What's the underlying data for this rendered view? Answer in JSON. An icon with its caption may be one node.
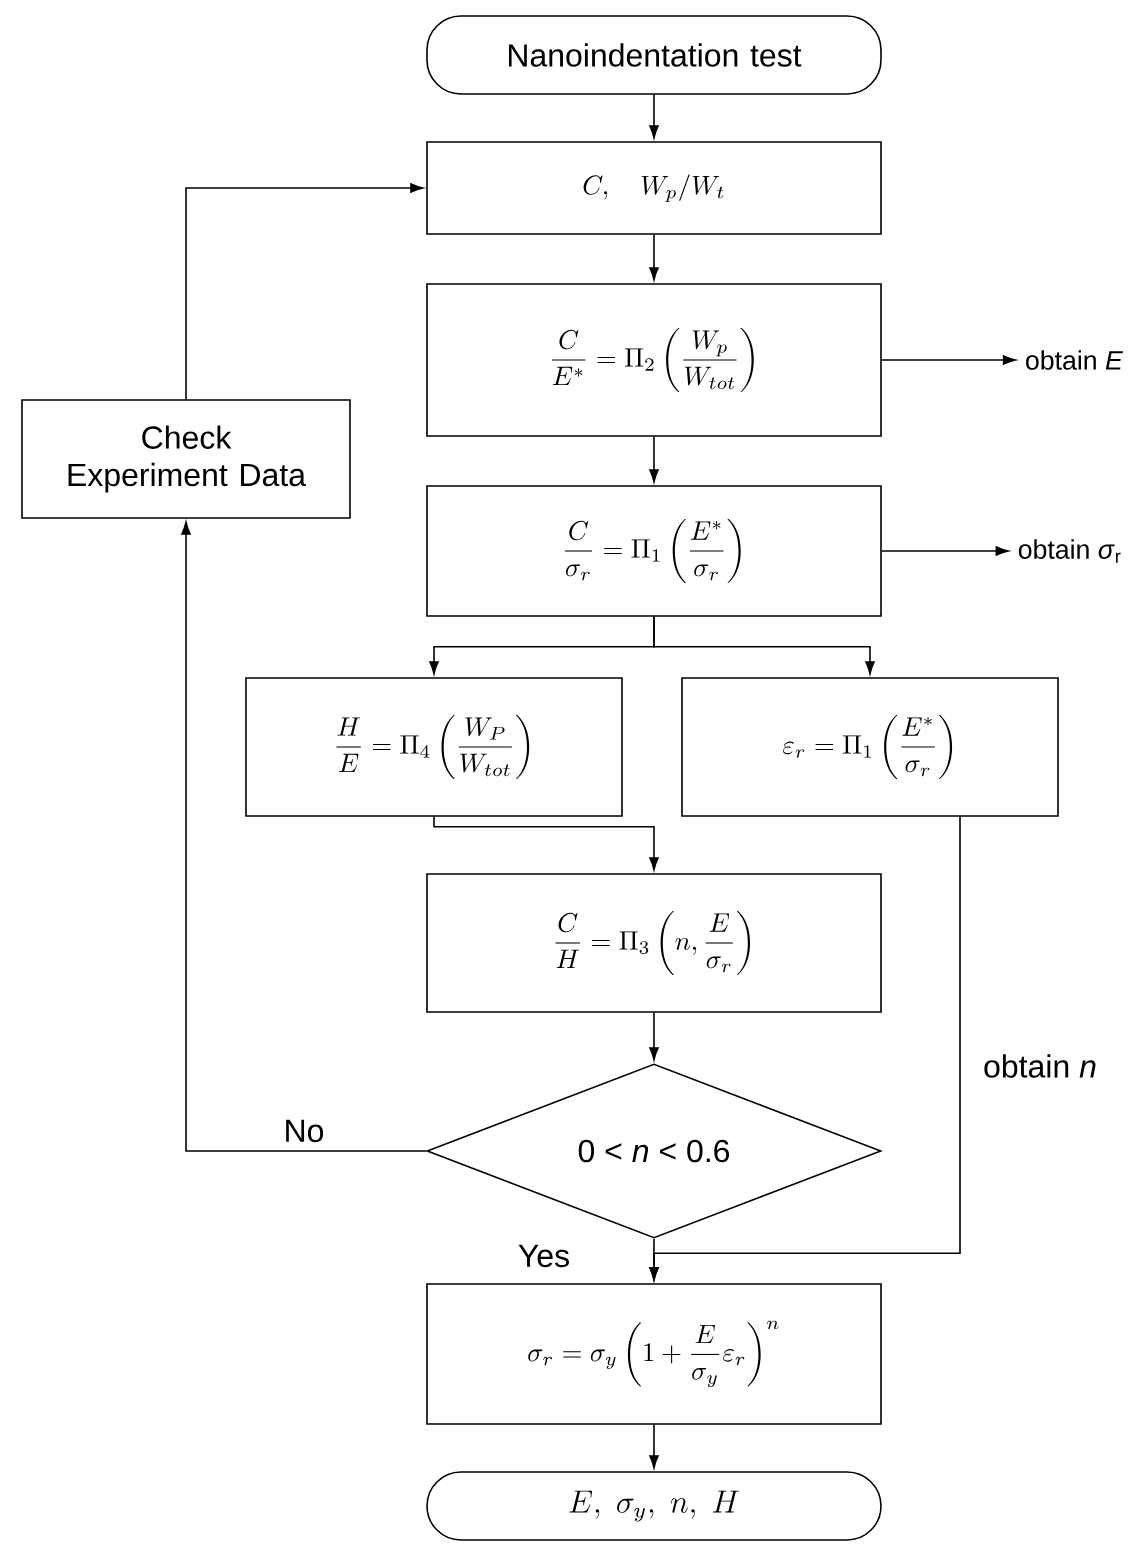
{
  "diagram": {
    "nodes": [
      {
        "text": [
          "Nanoindentation test"
        ]
      },
      {
        "text": [
          "C,\\quad W_p/W_t"
        ]
      },
      {
        "text": [
          "\\frac{C}{E^*}=\\Pi_2\\left(\\frac{W_p}{W_{tot}}\\right)"
        ]
      },
      {
        "text": [
          "\\frac{C}{\\sigma_r}=\\Pi_1\\left(\\frac{E^*}{\\sigma_r}\\right)"
        ]
      },
      {
        "text": [
          "\\frac{H}{E}=\\Pi_4\\left(\\frac{W_P}{W_{tot}}\\right)"
        ]
      },
      {
        "text": [
          "\\varepsilon_r=\\Pi_1\\left(\\frac{E^*}{\\sigma_r}\\right)"
        ]
      },
      {
        "text": [
          "\\frac{C}{H}=\\Pi_3\\left(n,\\frac{E}{\\sigma_r}\\right)"
        ]
      },
      {
        "text": [
          "0 < *n* < 0.6"
        ]
      },
      {
        "text": [
          "\\sigma_r=\\sigma_y\\left(1+\\frac{E}{\\sigma_y}\\varepsilon_r\\right)^n"
        ]
      },
      {
        "text": [
          "E,\\ \\sigma_y,\\ n,\\ H"
        ]
      },
      {
        "text": [
          "Check Experiment Data"
        ]
      },
      {
        "text": [
          "obtain *E*"
        ]
      },
      {
        "text": [
          "obtain *σ*$_{r}$"
        ]
      }
    ],
    "edges": [
      {
        "from": 0,
        "to": 1,
        "arrow": "to"
      },
      {
        "from": 1,
        "to": 2,
        "arrow": "to"
      },
      {
        "from": 2,
        "to": 3,
        "arrow": "to"
      },
      {
        "from": 3,
        "to": 4,
        "arrow": "to"
      },
      {
        "from": 3,
        "to": 5,
        "arrow": "to"
      },
      {
        "from": 4,
        "to": 6,
        "arrow": "to"
      },
      {
        "from": 6,
        "to": 7,
        "arrow": "to"
      },
      {
        "from": 7,
        "to": 8,
        "arrow": "to",
        "label": "Yes"
      },
      {
        "from": 5,
        "to": 8,
        "arrow": "to",
        "label": "obtain *n*"
      },
      {
        "from": 7,
        "to": 10,
        "arrow": "to",
        "label": "No"
      },
      {
        "from": 10,
        "to": 1,
        "arrow": "to"
      },
      {
        "from": 8,
        "to": 9,
        "arrow": "to"
      },
      {
        "from": 2,
        "to": 11,
        "arrow": "to"
      },
      {
        "from": 3,
        "to": 12,
        "arrow": "to"
      }
    ]
  }
}
